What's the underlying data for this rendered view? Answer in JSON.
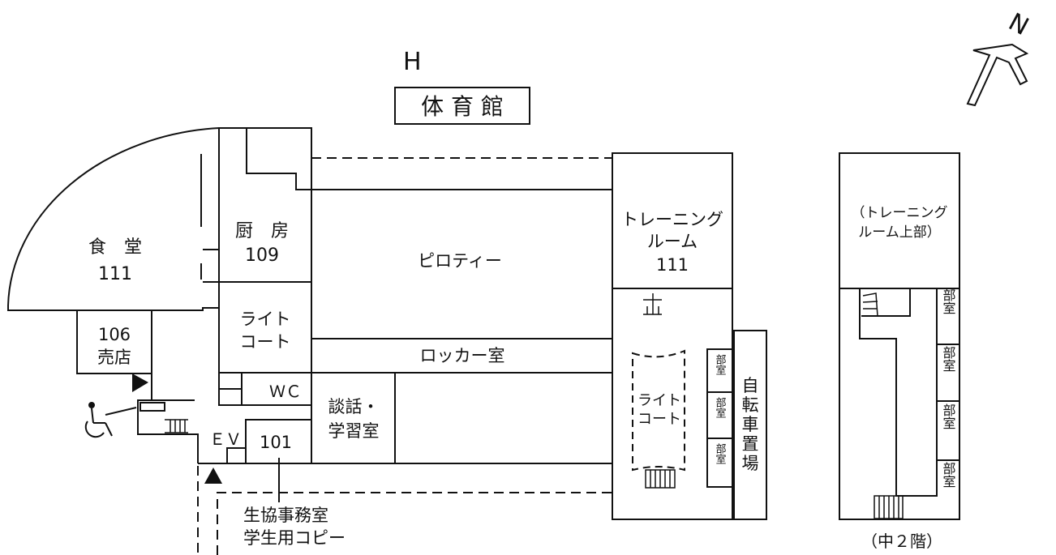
{
  "building": {
    "letter": "H",
    "name": "体 育 館"
  },
  "rooms": {
    "dining": {
      "name": "食　堂",
      "number": "111"
    },
    "kitchen": {
      "name": "厨　房",
      "number": "109"
    },
    "shop": {
      "number": "106",
      "name": "売店"
    },
    "light_court_1": {
      "line1": "ライト",
      "line2": "コート"
    },
    "wc": "ＷＣ",
    "ev": "ＥＶ",
    "coop_101": "101",
    "lounge": {
      "line1": "談話・",
      "line2": "学習室"
    },
    "pilotis": "ピロティー",
    "locker": "ロッカー室",
    "training": {
      "line1": "トレーニング",
      "line2": "ルーム",
      "number": "111"
    },
    "light_court_2": {
      "line1": "ライト",
      "line2": "コート"
    },
    "club_room": "部室",
    "bicycle": [
      "自",
      "転",
      "車",
      "置",
      "場"
    ],
    "coop_office": {
      "line1": "生協事務室",
      "line2": "学生用コピー"
    }
  },
  "mezzanine": {
    "training_upper": {
      "line1": "（トレーニング",
      "line2": "ルーム上部）"
    },
    "club_room": "部室",
    "caption": "（中２階）"
  },
  "compass": {
    "label": "N"
  }
}
